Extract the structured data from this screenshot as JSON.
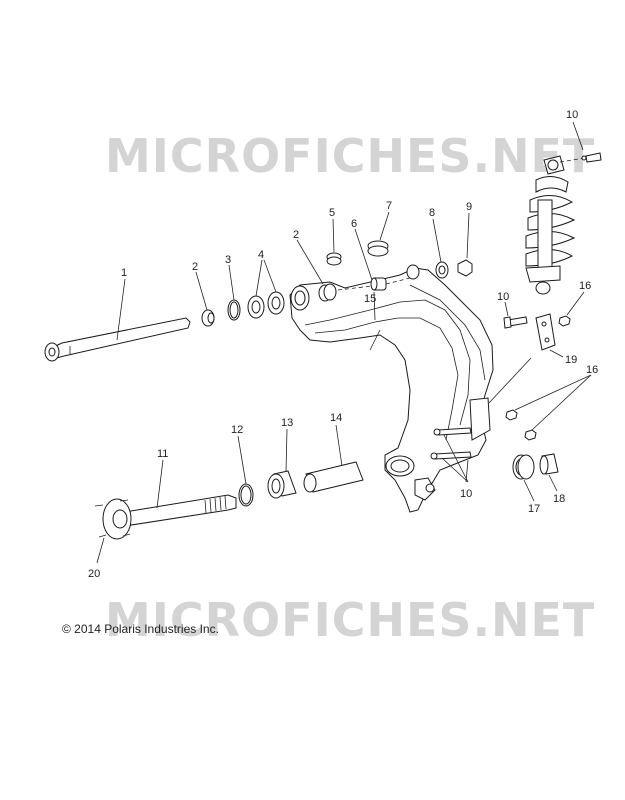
{
  "watermark": {
    "text": "MICROFICHES.NET"
  },
  "copyright": {
    "text": "© 2014 Polaris Industries Inc."
  },
  "callouts": {
    "c1": "1",
    "c2a": "2",
    "c2b": "2",
    "c3": "3",
    "c4": "4",
    "c5": "5",
    "c6": "6",
    "c7": "7",
    "c8": "8",
    "c9": "9",
    "c10a": "10",
    "c10b": "10",
    "c10c": "10",
    "c11": "11",
    "c12": "12",
    "c13": "13",
    "c14": "14",
    "c15": "15",
    "c16a": "16",
    "c16b": "16",
    "c17": "17",
    "c18": "18",
    "c19": "19",
    "c20": "20"
  }
}
